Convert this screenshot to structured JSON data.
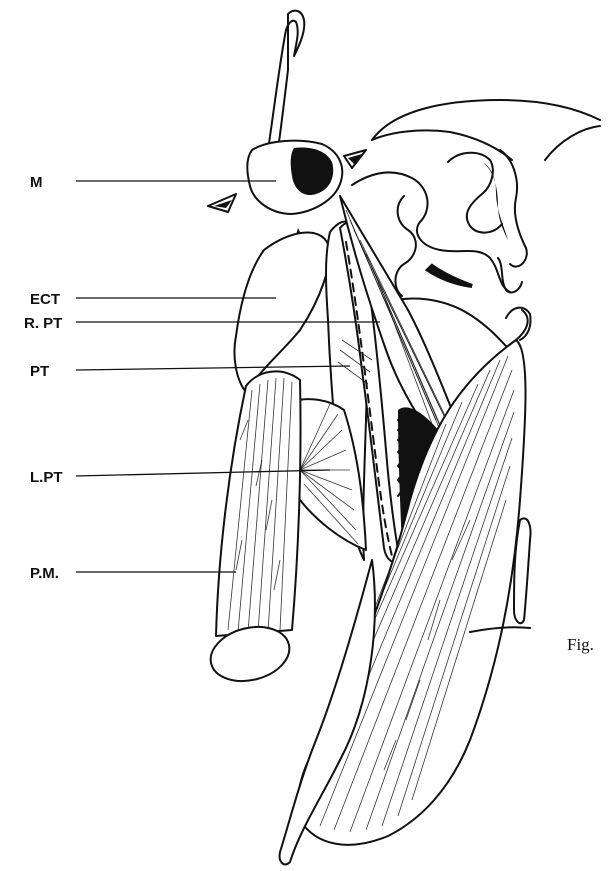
{
  "figure": {
    "caption": "Fig.",
    "labels": [
      {
        "id": "m",
        "text": "M"
      },
      {
        "id": "ect",
        "text": "ECT"
      },
      {
        "id": "rpt",
        "text": "R. PT"
      },
      {
        "id": "pt",
        "text": "PT"
      },
      {
        "id": "lpt",
        "text": "L.PT"
      },
      {
        "id": "pm",
        "text": "P.M."
      }
    ],
    "colors": {
      "ink": "#111111",
      "paper": "#ffffff"
    }
  }
}
